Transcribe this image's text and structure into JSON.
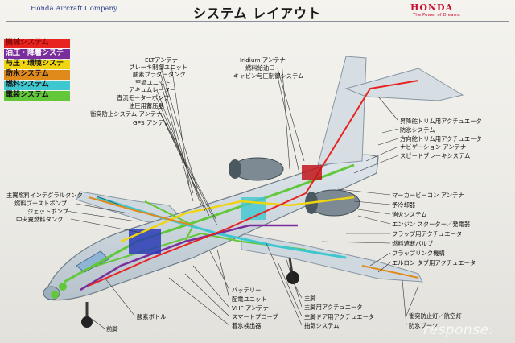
{
  "header": {
    "company": "Honda Aircraft Company",
    "title": "システム レイアウト",
    "brand": "HONDA",
    "tagline": "The Power of Dreams"
  },
  "legend": [
    {
      "label": "機械システム",
      "color": "#e8231f",
      "text_color": "#8a0a0a"
    },
    {
      "label": "油圧・降着システム",
      "color": "#7a2e9b",
      "text_color": "#ffffff"
    },
    {
      "label": "与圧・環境システム",
      "color": "#f1d410",
      "text_color": "#111111"
    },
    {
      "label": "防氷システム",
      "color": "#e08a1c",
      "text_color": "#111111"
    },
    {
      "label": "燃料システム",
      "color": "#3fc7cf",
      "text_color": "#111111"
    },
    {
      "label": "電装システム",
      "color": "#62c83a",
      "text_color": "#111111"
    }
  ],
  "labels_top": [
    "ELTアンテナ",
    "ブレーキ制御ユニット",
    "酸素ブラダータンク",
    "空調ユニット",
    "アキュムレーター",
    "直流モーターポンプ",
    "油圧用蓄圧器",
    "衝突防止システム アンテナ",
    "GPS アンテナ"
  ],
  "labels_top_center": [
    "Iridium アンテナ",
    "燃料給油口",
    "キャビン与圧制御システム"
  ],
  "labels_left": [
    "主翼燃料インテグラルタンク",
    "燃料ブーストポンプ",
    "ジェットポンプ",
    "中央翼燃料タンク"
  ],
  "labels_right_top": [
    "昇降舵トリム用アクチュエータ",
    "防氷システム",
    "方向舵トリム用アクチュエータ",
    "ナビゲーション アンテナ",
    "スピードブレーキシステム"
  ],
  "labels_right_bottom": [
    "マーカービーコン アンテナ",
    "予冷却器",
    "消火システム",
    "エンジン スターター／発電器",
    "フラップ用アクチュエータ",
    "燃料遮断バルブ",
    "フラップリンク機構",
    "エルロン タブ用アクチュエータ"
  ],
  "labels_bottom_left": [
    "酸素ボトル",
    "前脚"
  ],
  "labels_bottom_mid": [
    "バッテリー",
    "配電ユニット",
    "VHF アンテナ",
    "スマートプローブ",
    "着氷検出器"
  ],
  "labels_bottom_center": [
    "主脚",
    "主脚用アクチュエータ",
    "主脚ドア用アクチュエータ",
    "抽気システム"
  ],
  "labels_bottom_right": [
    "衝突防止灯／航空灯",
    "防氷ブーツ"
  ],
  "watermark": "response."
}
